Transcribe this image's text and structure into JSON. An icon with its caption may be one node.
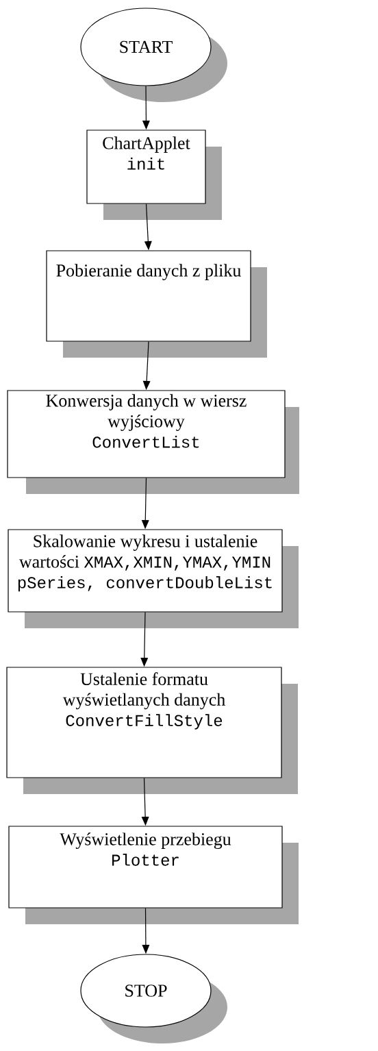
{
  "diagram": {
    "nodes": [
      {
        "text": [
          "START"
        ]
      },
      {
        "text": [
          "ChartApplet",
          "init"
        ]
      },
      {
        "text": [
          "Pobieranie danych z pliku"
        ]
      },
      {
        "text": [
          "Konwersja danych w wiersz wyjściowy",
          "ConvertList"
        ]
      },
      {
        "text": [
          "Skalowanie wykresu i ustalenie wartości",
          "XMAX,XMIN,YMAX,YMIN",
          "pSeries, convertDoubleList"
        ]
      },
      {
        "text": [
          "Ustalenie formatu wyświetlanych danych",
          "ConvertFillStyle"
        ]
      },
      {
        "text": [
          "Wyświetlenie przebiegu",
          "Plotter"
        ]
      },
      {
        "text": [
          "STOP"
        ]
      }
    ],
    "edges": [
      {
        "from": 0,
        "to": 1,
        "arrow": "to"
      },
      {
        "from": 1,
        "to": 2,
        "arrow": "to"
      },
      {
        "from": 2,
        "to": 3,
        "arrow": "to"
      },
      {
        "from": 3,
        "to": 4,
        "arrow": "to"
      },
      {
        "from": 4,
        "to": 5,
        "arrow": "to"
      },
      {
        "from": 5,
        "to": 6,
        "arrow": "to"
      },
      {
        "from": 6,
        "to": 7,
        "arrow": "to"
      }
    ]
  }
}
